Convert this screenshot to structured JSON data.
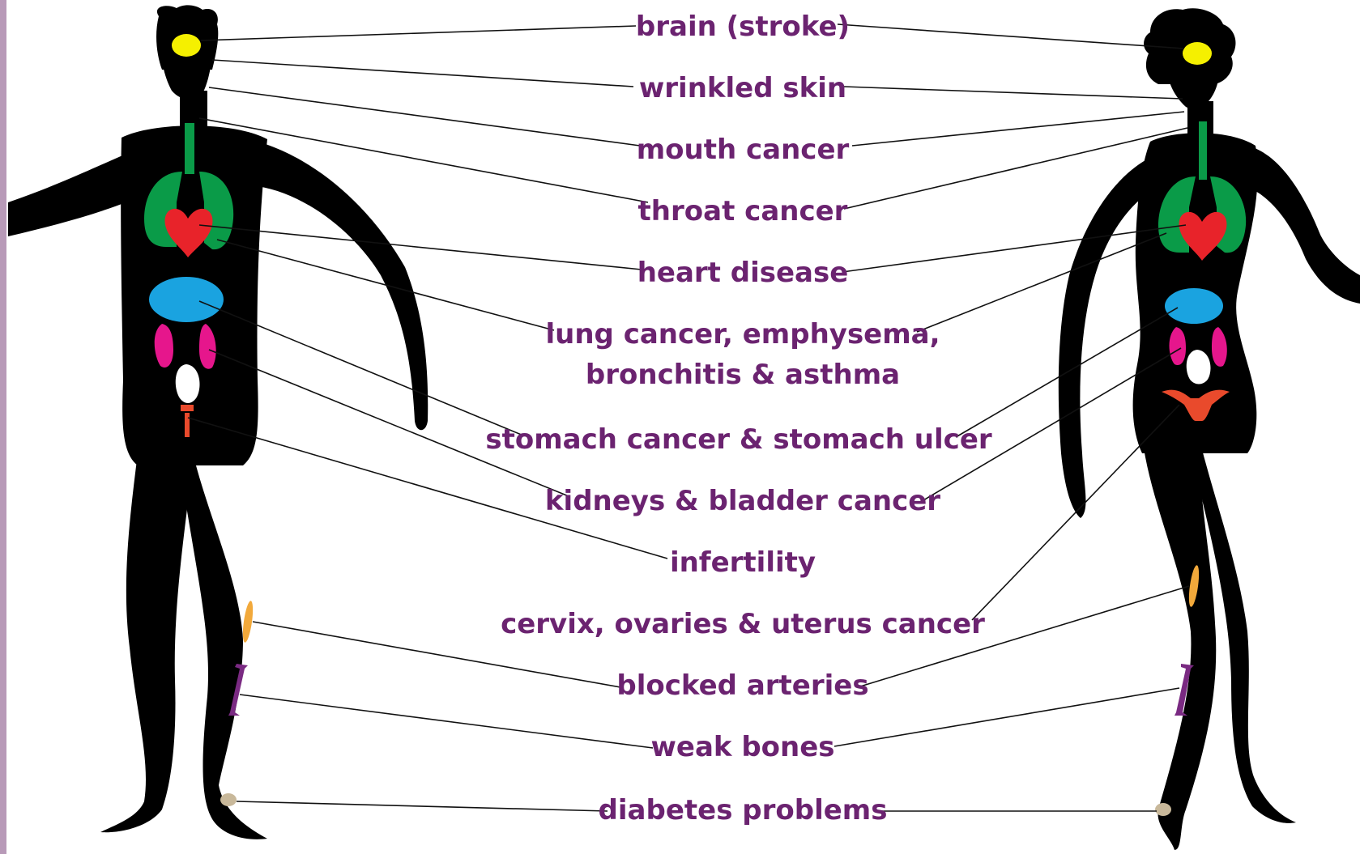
{
  "colors": {
    "label_text": "#6b2370",
    "left_bar": "#b89ab8",
    "silhouette": "#000000",
    "brain": "#f5f000",
    "lungs_trachea": "#0a9b48",
    "heart": "#e8232a",
    "stomach": "#1aa3e0",
    "kidneys": "#e6168c",
    "bladder": "#ffffff",
    "reproductive": "#e94a2c",
    "artery": "#f2a93b",
    "bone": "#7a2a82",
    "foot_spot": "#c8b89a",
    "leader_line": "#111111"
  },
  "labels": [
    {
      "id": "brain",
      "text": "brain (stroke)"
    },
    {
      "id": "skin",
      "text": "wrinkled skin"
    },
    {
      "id": "mouth",
      "text": "mouth cancer"
    },
    {
      "id": "throat",
      "text": "throat cancer"
    },
    {
      "id": "heart",
      "text": "heart disease"
    },
    {
      "id": "lung",
      "text": "lung cancer, emphysema,",
      "text2": "bronchitis & asthma"
    },
    {
      "id": "stomach",
      "text": "stomach cancer & stomach ulcer"
    },
    {
      "id": "kidney",
      "text": "kidneys & bladder cancer"
    },
    {
      "id": "infertility",
      "text": "infertility"
    },
    {
      "id": "cervix",
      "text": "cervix, ovaries & uterus cancer"
    },
    {
      "id": "arteries",
      "text": "blocked arteries"
    },
    {
      "id": "bones",
      "text": "weak bones"
    },
    {
      "id": "diabetes",
      "text": "diabetes problems"
    }
  ]
}
